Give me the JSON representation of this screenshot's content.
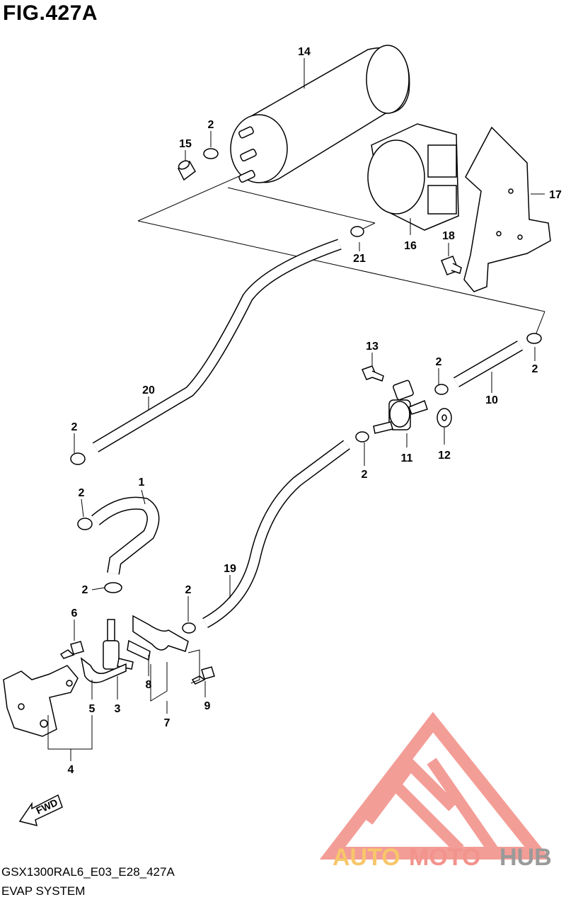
{
  "figure": {
    "title": "FIG.427A",
    "code": "GSX1300RAL6_E03_E28_427A",
    "subtitle": "EVAP SYSTEM"
  },
  "fwd_label": "FWD",
  "watermark": {
    "part1": "AUTO",
    "part2": "MOTO",
    "part3": "HUB",
    "colors": {
      "auto": "#f7c66a",
      "moto": "#f2938c",
      "hub": "#9a9a9a",
      "logo": "#f28c86"
    }
  },
  "callouts": [
    "14",
    "2",
    "15",
    "16",
    "17",
    "18",
    "21",
    "13",
    "2",
    "2",
    "10",
    "20",
    "2",
    "11",
    "12",
    "2",
    "1",
    "2",
    "19",
    "2",
    "2",
    "6",
    "3",
    "5",
    "8",
    "7",
    "9",
    "4"
  ]
}
